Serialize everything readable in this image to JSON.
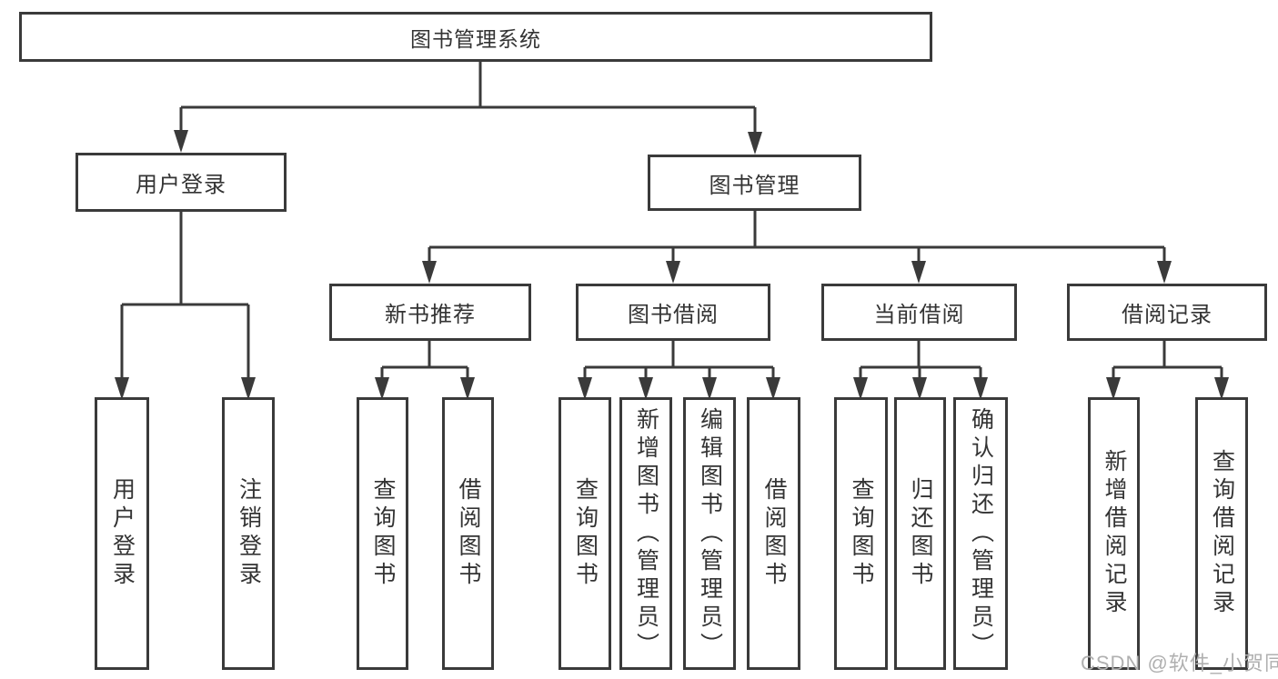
{
  "tree": {
    "root": {
      "label": "图书管理系统"
    },
    "branches": [
      {
        "label": "用户登录",
        "children": [
          {
            "label": "用户登录"
          },
          {
            "label": "注销登录"
          }
        ]
      },
      {
        "label": "图书管理",
        "children": [
          {
            "label": "新书推荐",
            "children": [
              {
                "label": "查询图书"
              },
              {
                "label": "借阅图书"
              }
            ]
          },
          {
            "label": "图书借阅",
            "children": [
              {
                "label": "查询图书"
              },
              {
                "label": "新增图书（管理员）"
              },
              {
                "label": "编辑图书（管理员）"
              },
              {
                "label": "借阅图书"
              }
            ]
          },
          {
            "label": "当前借阅",
            "children": [
              {
                "label": "查询图书"
              },
              {
                "label": "归还图书"
              },
              {
                "label": "确认归还（管理员）"
              }
            ]
          },
          {
            "label": "借阅记录",
            "children": [
              {
                "label": "新增借阅记录"
              },
              {
                "label": "查询借阅记录"
              }
            ]
          }
        ]
      }
    ]
  },
  "watermark": {
    "text": "CSDN @软件_小贺同学"
  },
  "colors": {
    "line": "#3a3a3a",
    "box_border": "#3a3a3a",
    "text": "#333333",
    "background": "#ffffff",
    "watermark_text": "#b0b0b0"
  }
}
